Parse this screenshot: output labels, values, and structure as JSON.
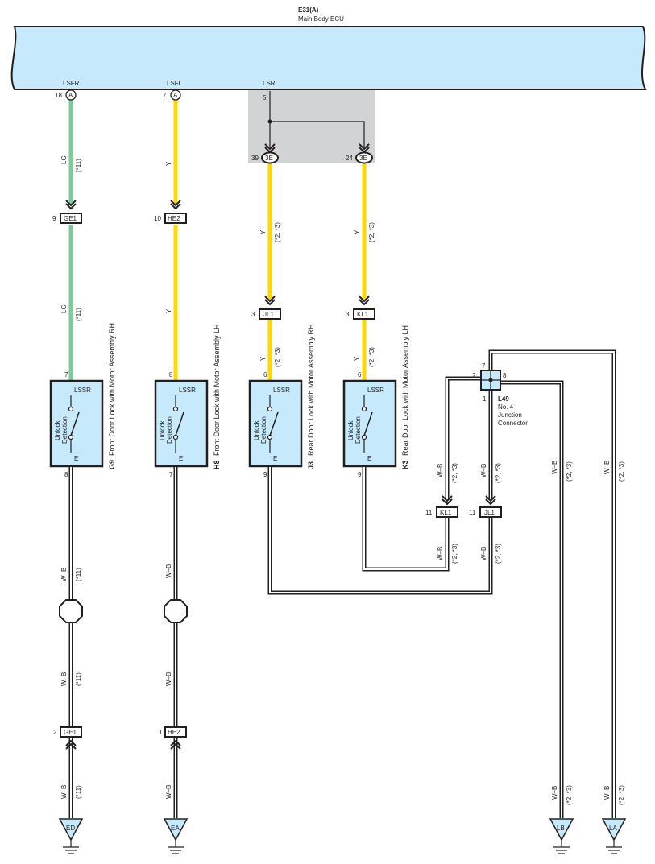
{
  "ecu": {
    "id": "E31(A)",
    "name": "Main Body ECU",
    "terminals": [
      "LSFR",
      "LSFL",
      "LSR"
    ]
  },
  "ecu_pins": {
    "lsfr": {
      "pin": "18",
      "conn": "A"
    },
    "lsfl": {
      "pin": "7",
      "conn": "A"
    },
    "lsr": {
      "pin": "5"
    }
  },
  "shaded_connectors": [
    {
      "pin": "39",
      "conn": "3E"
    },
    {
      "pin": "24",
      "conn": "3E"
    }
  ],
  "wire_colors": {
    "lg": "LG",
    "y": "Y",
    "wb": "W–B"
  },
  "notes": {
    "n11": "(*11)",
    "n23": "(*2, *3)"
  },
  "inline_connectors": {
    "ge1_top": {
      "pin": "9",
      "id": "GE1"
    },
    "he2_top": {
      "pin": "10",
      "id": "HE2"
    },
    "jl1_top": {
      "pin": "3",
      "id": "JL1"
    },
    "kl1_top": {
      "pin": "3",
      "id": "KL1"
    },
    "kl1_bot": {
      "pin": "11",
      "id": "KL1"
    },
    "jl1_bot": {
      "pin": "11",
      "id": "JL1"
    },
    "ge1_bot": {
      "pin": "2",
      "id": "GE1"
    },
    "he2_bot": {
      "pin": "1",
      "id": "HE2"
    }
  },
  "components": [
    {
      "id": "G9",
      "name": "Front Door Lock with Motor Assembly RH",
      "pin_top": "7",
      "pin_bottom": "8",
      "terminal_top": "LSSR",
      "terminal_bottom": "E",
      "switch_label_1": "Unlock",
      "switch_label_2": "Detection"
    },
    {
      "id": "H8",
      "name": "Front Door Lock with Motor Assembly LH",
      "pin_top": "8",
      "pin_bottom": "7",
      "terminal_top": "LSSR",
      "terminal_bottom": "E",
      "switch_label_1": "Unlock",
      "switch_label_2": "Detection"
    },
    {
      "id": "J3",
      "name": "Rear Door Lock with Motor Assembly RH",
      "pin_top": "6",
      "pin_bottom": "9",
      "terminal_top": "LSSR",
      "terminal_bottom": "E",
      "switch_label_1": "Unlock",
      "switch_label_2": "Detection"
    },
    {
      "id": "K3",
      "name": "Rear Door Lock with Motor Assembly LH",
      "pin_top": "6",
      "pin_bottom": "9",
      "terminal_top": "LSSR",
      "terminal_bottom": "E",
      "switch_label_1": "Unlock",
      "switch_label_2": "Detection"
    }
  ],
  "junction": {
    "id": "L49",
    "line1": "No.  4",
    "line2": "Junction",
    "line3": "Connector",
    "pins": {
      "top": "7",
      "left": "2",
      "right": "8",
      "bottom": "1"
    }
  },
  "grounds": [
    "ED",
    "EA",
    "LB",
    "LA"
  ]
}
